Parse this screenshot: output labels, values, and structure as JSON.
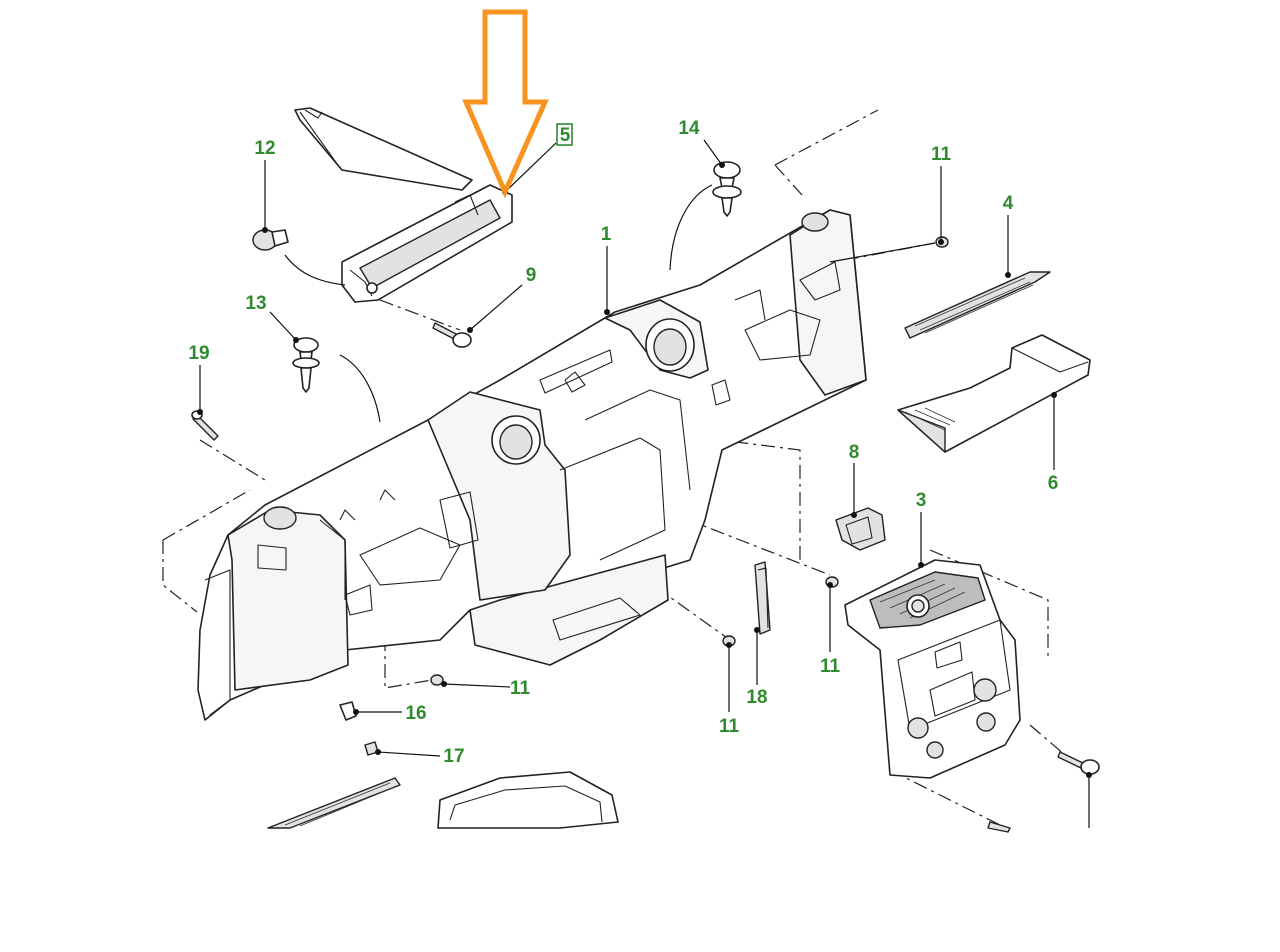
{
  "callouts": [
    {
      "id": "c1",
      "label": "1"
    },
    {
      "id": "c3",
      "label": "3"
    },
    {
      "id": "c4",
      "label": "4"
    },
    {
      "id": "c5",
      "label": "5",
      "highlighted": true
    },
    {
      "id": "c6",
      "label": "6"
    },
    {
      "id": "c8",
      "label": "8"
    },
    {
      "id": "c9",
      "label": "9"
    },
    {
      "id": "c11a",
      "label": "11"
    },
    {
      "id": "c11b",
      "label": "11"
    },
    {
      "id": "c11c",
      "label": "11"
    },
    {
      "id": "c11d",
      "label": "11"
    },
    {
      "id": "c12",
      "label": "12"
    },
    {
      "id": "c13",
      "label": "13"
    },
    {
      "id": "c14",
      "label": "14"
    },
    {
      "id": "c16",
      "label": "16"
    },
    {
      "id": "c17",
      "label": "17"
    },
    {
      "id": "c18",
      "label": "18"
    },
    {
      "id": "c19",
      "label": "19"
    }
  ],
  "colors": {
    "callout_text": "#2e8b2e",
    "highlight_arrow": "#f7931e",
    "line_art": "#222222",
    "background": "#ffffff"
  },
  "highlight": {
    "icon": "down-arrow-icon",
    "target_label": "5"
  }
}
